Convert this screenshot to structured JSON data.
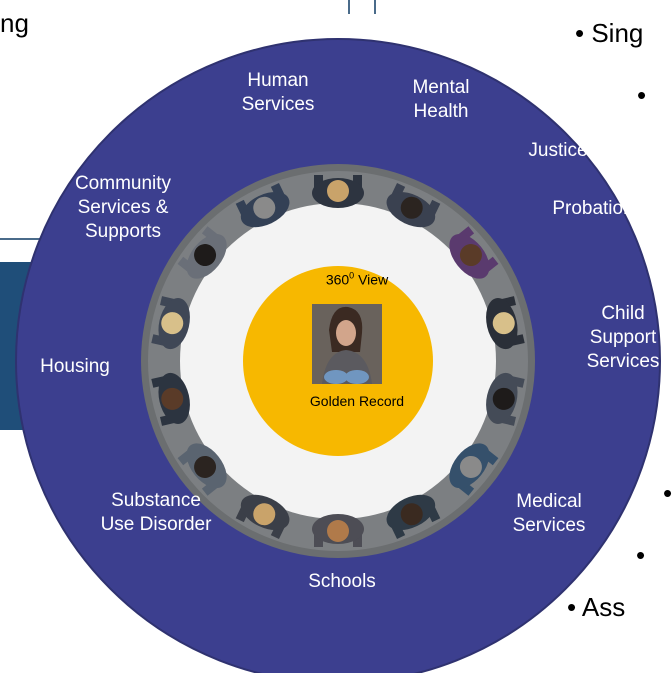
{
  "background": {
    "heading_fragment": "ng",
    "bullet_top": "• Sing",
    "bullet_bottom": "•  Ass",
    "bullet_dot": "•"
  },
  "ring": {
    "outer_color": "#3c3f8f",
    "photo_bg": "#6e6e6e",
    "table_color": "#f3f3f3",
    "center_color": "#f7b800"
  },
  "sectors": [
    {
      "id": "human-services",
      "label": "Human\nServices"
    },
    {
      "id": "mental-health",
      "label": "Mental\nHealth"
    },
    {
      "id": "justice",
      "label": "Justice"
    },
    {
      "id": "probation",
      "label": "Probation"
    },
    {
      "id": "child-support-services",
      "label": "Child\nSupport\nServices"
    },
    {
      "id": "medical-services",
      "label": "Medical\nServices"
    },
    {
      "id": "schools",
      "label": "Schools"
    },
    {
      "id": "substance-use-disorder",
      "label": "Substance\nUse Disorder"
    },
    {
      "id": "housing",
      "label": "Housing"
    },
    {
      "id": "community-services-supports",
      "label": "Community\nServices &\nSupports"
    }
  ],
  "center": {
    "view_label_number": "360",
    "view_label_sup": "0",
    "view_label_text": "View",
    "record_label": "Golden Record",
    "portrait": "person-portrait"
  }
}
